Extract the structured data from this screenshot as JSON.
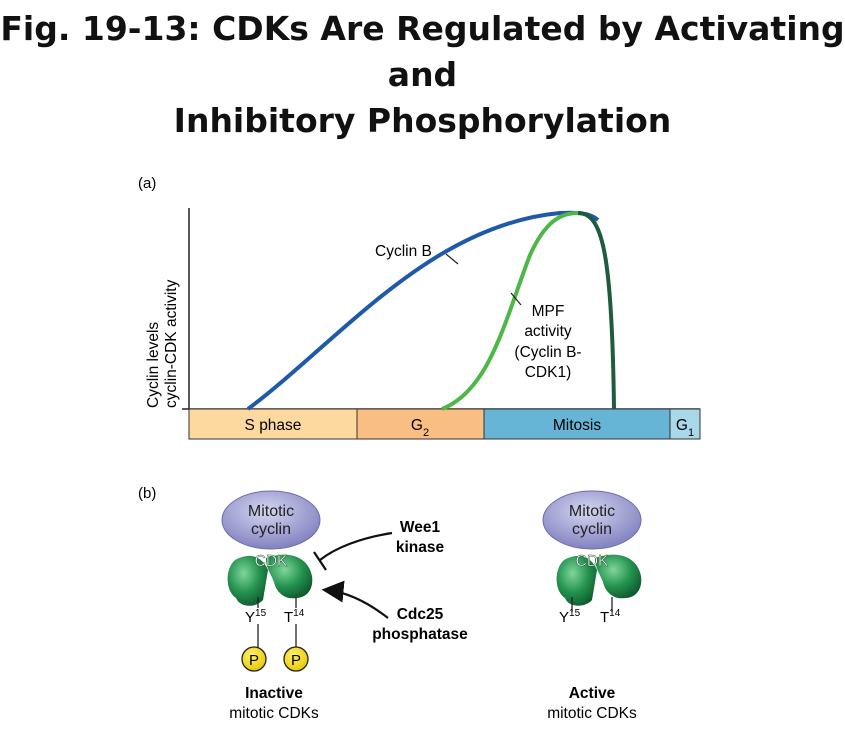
{
  "title": {
    "line1": "Fig. 19-13: CDKs Are Regulated by Activating and",
    "line2": "Inhibitory Phosphorylation"
  },
  "panel_a": {
    "label": "(a)",
    "y_label_line1": "Cyclin levels",
    "y_label_line2": "cyclin-CDK activity",
    "curve_labels": {
      "cyclin_b": "Cyclin B",
      "mpf_line1": "MPF",
      "mpf_line2": "activity",
      "mpf_line3": "(Cyclin B-",
      "mpf_line4": "CDK1)"
    },
    "phases": [
      {
        "label": "S phase",
        "sub": "",
        "color": "#FDD9A0"
      },
      {
        "label": "G",
        "sub": "2",
        "color": "#F8BE82"
      },
      {
        "label": "Mitosis",
        "sub": "",
        "color": "#67B5D6"
      },
      {
        "label": "G",
        "sub": "1",
        "color": "#A9D8EA"
      }
    ]
  },
  "panel_b": {
    "label": "(b)",
    "cyclin_line1": "Mitotic",
    "cyclin_line2": "cyclin",
    "cdk_label": "CDK",
    "residue_y": "Y",
    "residue_y_num": "15",
    "residue_t": "T",
    "residue_t_num": "14",
    "phosphate": "P",
    "wee1_line1": "Wee1",
    "wee1_line2": "kinase",
    "cdc25_line1": "Cdc25",
    "cdc25_line2": "phosphatase",
    "inactive_line1": "Inactive",
    "inactive_line2": "mitotic CDKs",
    "active_line1": "Active",
    "active_line2": "mitotic CDKs"
  },
  "colors": {
    "cyclin_b_curve": "#1E5AA8",
    "mpf_curve": "#4DB848",
    "mpf_fall": "#1F5C3F",
    "cyclin_fill": "#8E8FCB",
    "cdk_fill": "#1E8A4A",
    "phosphate_fill": "#F2D200"
  }
}
